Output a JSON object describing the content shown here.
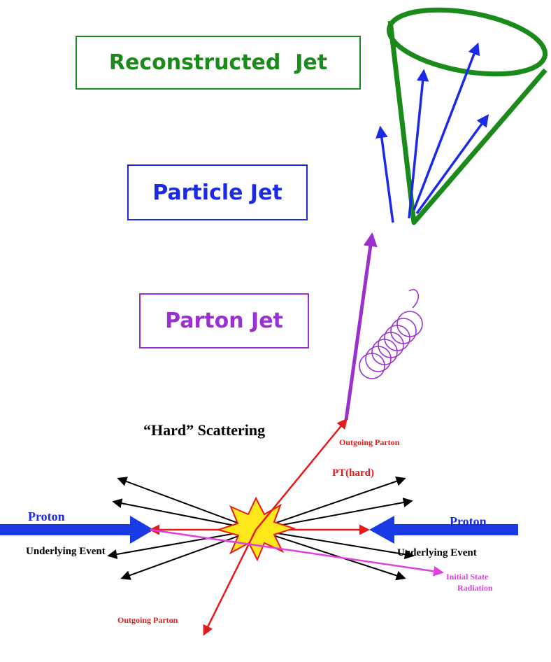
{
  "labels": {
    "reconstructed_jet": "Reconstructed  Jet",
    "particle_jet": "Particle Jet",
    "parton_jet": "Parton Jet",
    "hard_scattering": "“Hard” Scattering",
    "outgoing_parton_top": "Outgoing Parton",
    "pt_hard": "PT(hard)",
    "proton_left": "Proton",
    "proton_right": "Proton",
    "underlying_event_left": "Underlying Event",
    "underlying_event_right": "Underlying Event",
    "initial_state_radiation_line1": "Initial State",
    "initial_state_radiation_line2": "Radiation",
    "outgoing_parton_bottom": "Outgoing Parton"
  },
  "colors": {
    "reconstructed": "#1a8a1a",
    "particle": "#1a2ae6",
    "parton": "#9b30d0",
    "proton": "#1a3ae6",
    "hard": "#e61a1a",
    "isr": "#e040e0",
    "underlying": "#000000"
  }
}
